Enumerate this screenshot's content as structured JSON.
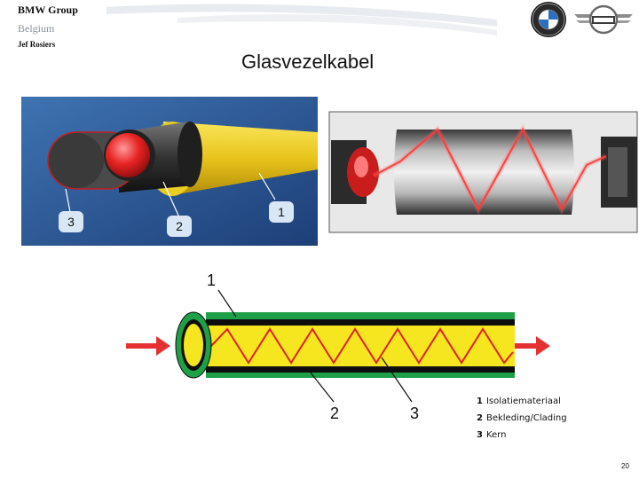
{
  "header": {
    "company": "BMW Group",
    "country": "Belgium",
    "author": "Jef Rosiers"
  },
  "logos": [
    "bmw-logo",
    "mini-logo"
  ],
  "title": "Glasvezelkabel",
  "figure1": {
    "callouts": [
      "1",
      "2",
      "3"
    ]
  },
  "figure3": {
    "callouts": [
      "1",
      "2",
      "3"
    ]
  },
  "legend": [
    {
      "num": "1",
      "label": "Isolatiemateriaal"
    },
    {
      "num": "2",
      "label": "Bekleding/Clading"
    },
    {
      "num": "3",
      "label": "Kern"
    }
  ],
  "page_number": "20",
  "colors": {
    "cable_yellow": "#f2d21f",
    "core_red": "#e02020",
    "sheath_green": "#1ea048",
    "arrow_red": "#e43030",
    "background_blue": "#2a5a9a"
  }
}
